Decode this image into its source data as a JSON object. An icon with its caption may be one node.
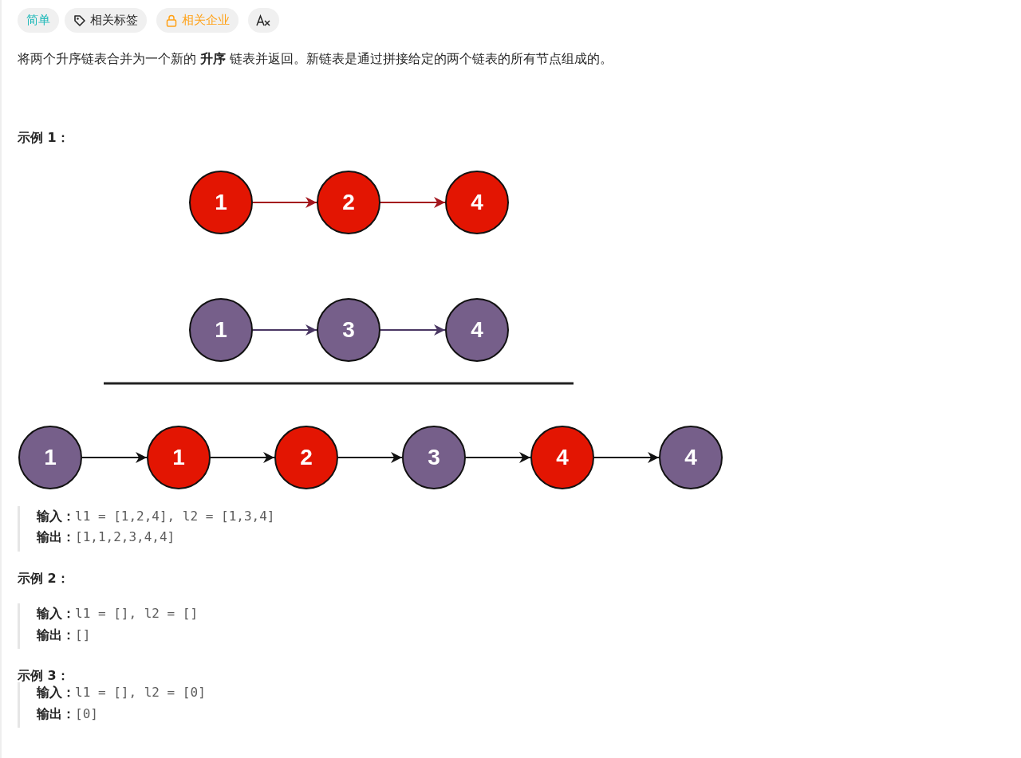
{
  "diagram": {
    "nodes": [
      {
        "text": [
          "1"
        ]
      },
      {
        "text": [
          "2"
        ]
      },
      {
        "text": [
          "4"
        ]
      },
      {
        "text": [
          "1"
        ]
      },
      {
        "text": [
          "3"
        ]
      },
      {
        "text": [
          "4"
        ]
      },
      {
        "text": [
          "1"
        ]
      },
      {
        "text": [
          "1"
        ]
      },
      {
        "text": [
          "2"
        ]
      },
      {
        "text": [
          "3"
        ]
      },
      {
        "text": [
          "4"
        ]
      },
      {
        "text": [
          "4"
        ]
      }
    ],
    "edges": [
      {
        "from": 0,
        "to": 1,
        "arrow": "to",
        "color": "#a3161d"
      },
      {
        "from": 1,
        "to": 2,
        "arrow": "to",
        "color": "#a3161d"
      },
      {
        "from": 3,
        "to": 4,
        "arrow": "to",
        "color": "#4a3763"
      },
      {
        "from": 4,
        "to": 5,
        "arrow": "to",
        "color": "#4a3763"
      },
      {
        "from": 6,
        "to": 7,
        "arrow": "to"
      },
      {
        "from": 7,
        "to": 8,
        "arrow": "to"
      },
      {
        "from": 8,
        "to": 9,
        "arrow": "to"
      },
      {
        "from": 9,
        "to": 10,
        "arrow": "to"
      },
      {
        "from": 10,
        "to": 11,
        "arrow": "to"
      }
    ],
    "labels": [
      "简单",
      "相关标签",
      "相关企业",
      "将两个升序链表合并为一个新的 **升序** 链表并返回。新链表是通过拼接给定的两个链表的所有节点组成的。",
      "示例 1：",
      "**输入：**l1 = [1,2,4], l2 = [1,3,4]",
      "**输出：**[1,1,2,3,4,4]",
      "示例 2：",
      "**输入：**l1 = [], l2 = []",
      "**输出：**[]",
      "示例 3：",
      "**输入：**l1 = [], l2 = [0]",
      "**输出：**[0]"
    ]
  }
}
